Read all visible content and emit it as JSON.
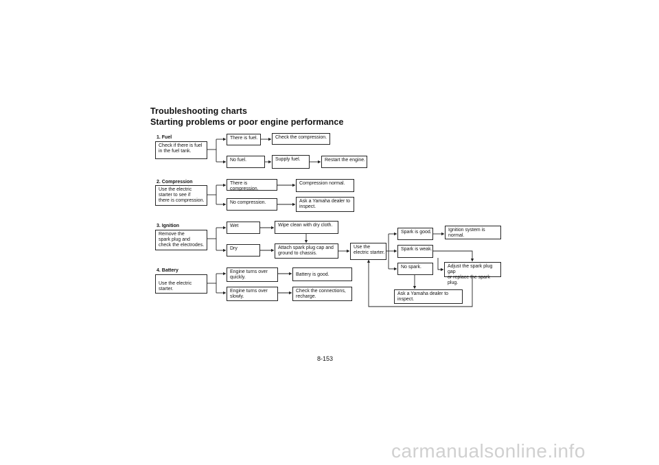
{
  "header": {
    "title": "Troubleshooting charts",
    "subtitle": "Starting problems or poor engine performance"
  },
  "fuel": {
    "heading": "1. Fuel",
    "check": "Check if there is fuel\nin the fuel tank.",
    "there_is_fuel": "There is fuel.",
    "check_compression": "Check the compression.",
    "no_fuel": "No fuel.",
    "supply_fuel": "Supply fuel.",
    "restart": "Restart the engine."
  },
  "compression": {
    "heading": "2. Compression",
    "check": "Use the electric\nstarter to see if\nthere is compression.",
    "there_is": "There is compression.",
    "normal": "Compression normal.",
    "none": "No compression.",
    "dealer": "Ask a Yamaha dealer to\ninspect."
  },
  "ignition": {
    "heading": "3. Ignition",
    "check": "Remove the\nspark plug and\ncheck the electrodes.",
    "wet": "Wet",
    "wipe": "Wipe clean with dry cloth.",
    "dry": "Dry",
    "attach": "Attach spark plug cap and\nground to chassis.",
    "use_starter": "Use the\nelectric starter.",
    "spark_good": "Spark is good.",
    "system_normal": "Ignition system is\nnormal.",
    "spark_weak": "Spark is weak.",
    "adjust": "Adjust the spark plug gap\nor replace the spark plug.",
    "no_spark": "No spark.",
    "dealer": "Ask a Yamaha dealer to\ninspect."
  },
  "battery": {
    "heading": "4. Battery",
    "check": "Use the electric starter.",
    "quick": "Engine turns over\nquickly.",
    "good": "Battery is good.",
    "slow": "Engine turns over\nslowly.",
    "connections": "Check the connections,\nrecharge."
  },
  "footer": {
    "page_number": "8-153",
    "watermark": "carmanualsonline.info"
  }
}
